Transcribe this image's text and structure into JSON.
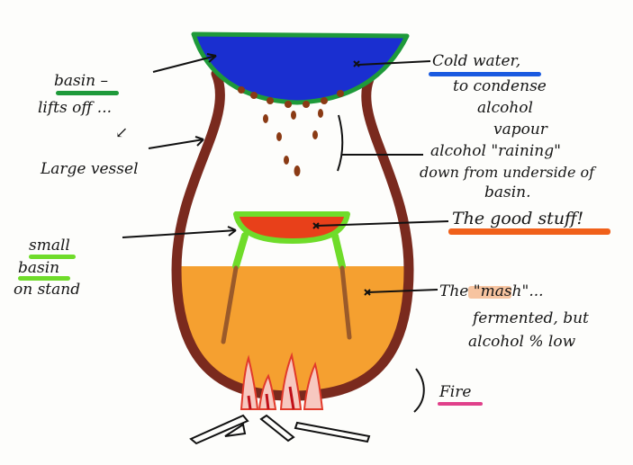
{
  "labels": {
    "basin": "basin –",
    "lifts_off": "lifts off ...",
    "lifts_arrow": "↙",
    "large_vessel": "Large vessel",
    "small": "small",
    "small_basin": "basin",
    "on_stand": "on stand",
    "cold_water": "Cold water,",
    "to_condense": "to condense",
    "alcohol": "alcohol",
    "vapour": "vapour",
    "raining": "alcohol \"raining\"",
    "down_from": "down from underside of",
    "basin_end": "basin.",
    "good_stuff": "The good stuff!",
    "mash": "The \"mash\"...",
    "fermented": "fermented, but",
    "alcohol_low": "alcohol % low",
    "fire": "Fire"
  },
  "colors": {
    "water": "#1a2fd0",
    "basin_rim": "#1e9a3a",
    "vessel": "#7a2a1e",
    "good_stuff": "#e8401a",
    "small_basin_rim": "#6fdc2a",
    "mash": "#f5a030",
    "fire": "#e23a2a",
    "fire_underline": "#e0408a"
  }
}
